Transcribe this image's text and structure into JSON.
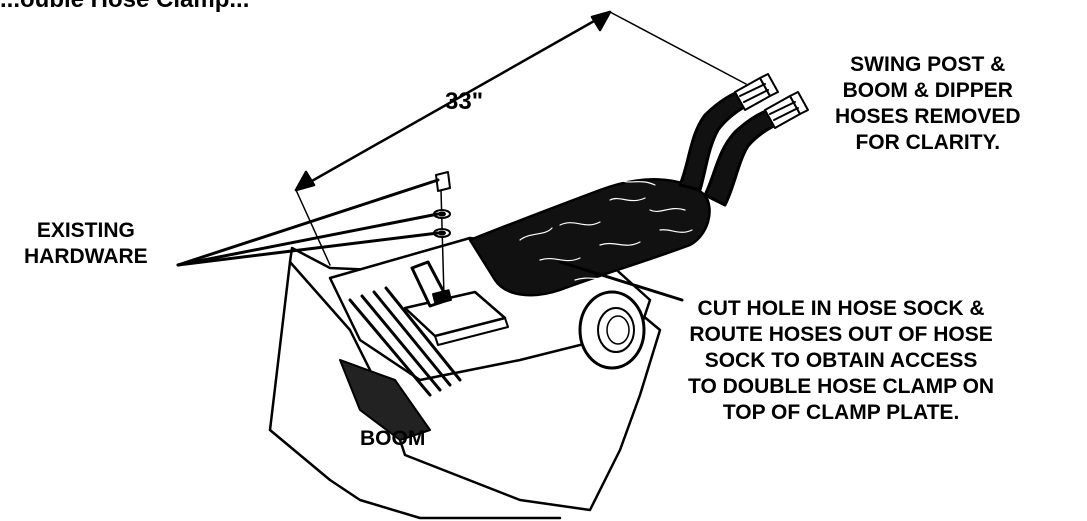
{
  "header": {
    "partial_title": "...ouble Hose Clamp..."
  },
  "dimension": {
    "length_label": "33\""
  },
  "callouts": {
    "removed_note": [
      "SWING POST &",
      "BOOM  & DIPPER",
      "HOSES REMOVED",
      "FOR CLARITY."
    ],
    "hardware": [
      "EXISTING",
      "HARDWARE"
    ],
    "instruction": [
      "CUT HOLE IN HOSE SOCK &",
      "ROUTE HOSES OUT OF HOSE",
      "SOCK TO OBTAIN ACCESS",
      "TO DOUBLE HOSE CLAMP ON",
      "TOP OF CLAMP PLATE."
    ],
    "part_name": "BOOM"
  },
  "colors": {
    "ink": "#000000",
    "paper": "#ffffff"
  }
}
